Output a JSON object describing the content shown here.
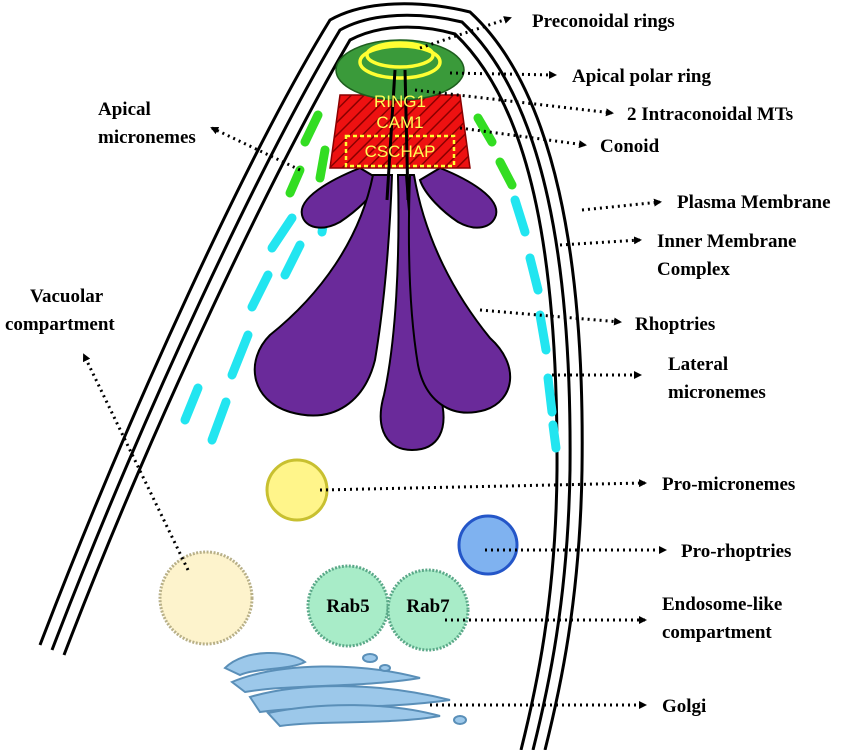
{
  "labels": {
    "preconoidal_rings": "Preconoidal rings",
    "apical_polar_ring": "Apical polar ring",
    "intraconoidal_mts": "2 Intraconoidal MTs",
    "conoid": "Conoid",
    "apical_micronemes_1": "Apical",
    "apical_micronemes_2": "micronemes",
    "plasma_membrane": "Plasma Membrane",
    "inner_membrane_complex_1": "Inner Membrane",
    "inner_membrane_complex_2": "Complex",
    "rhoptries": "Rhoptries",
    "lateral_micronemes_1": "Lateral",
    "lateral_micronemes_2": "micronemes",
    "vacuolar_compartment_1": "Vacuolar",
    "vacuolar_compartment_2": "compartment",
    "pro_micronemes": "Pro-micronemes",
    "pro_rhoptries": "Pro-rhoptries",
    "endosome_like_1": "Endosome-like",
    "endosome_like_2": "compartment",
    "golgi": "Golgi"
  },
  "structures": {
    "ring1": "RING1",
    "cam1": "CAM1",
    "cschap": "CSCHAP",
    "rab5": "Rab5",
    "rab7": "Rab7"
  },
  "colors": {
    "apical_polar_ring": "#3a9a3a",
    "preconoidal_ring": "#ffff33",
    "conoid": "#ee1111",
    "ring1_text": "#ffff55",
    "conoid_text": "#ffff55",
    "apical_micronemes": "#33dd22",
    "lateral_micronemes": "#22e5f0",
    "rhoptries": "#6a2a9a",
    "pro_micronemes": "#fff58a",
    "pro_rhoptries": "#7fb2f0",
    "vacuolar": "#fdf3cc",
    "endosome": "#a8ecc8",
    "golgi": "#9cc8ea"
  }
}
